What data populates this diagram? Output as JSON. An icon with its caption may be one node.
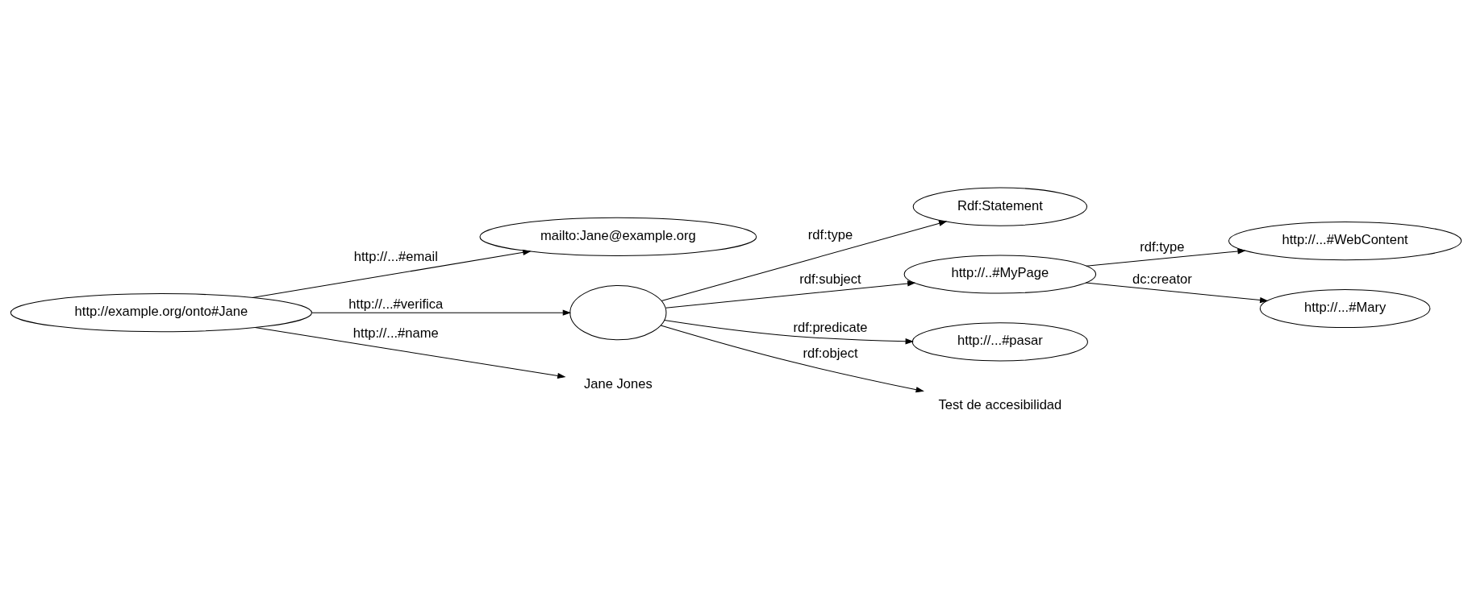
{
  "diagram": {
    "nodes": [
      {
        "text": [
          "mailto:Jane@example.org"
        ]
      },
      {
        "text": [
          "Rdf:Statement"
        ]
      },
      {
        "text": [
          "http://...#WebContent"
        ]
      },
      {
        "text": [
          "http://...#Mary"
        ]
      },
      {
        "text": [
          "http://example.org/onto#Jane"
        ]
      },
      {
        "text": [],
        "shape": "ellipse"
      },
      {
        "text": [
          "http://..#MyPage"
        ]
      },
      {
        "text": [
          "http://...#pasar"
        ]
      },
      {
        "text": [
          "Jane Jones"
        ]
      },
      {
        "text": [
          "Test de accesibilidad"
        ]
      }
    ],
    "edges": [
      {
        "from": 4,
        "to": 0,
        "arrow": "to",
        "label": "http://...#email"
      },
      {
        "from": 4,
        "to": 8,
        "arrow": "to",
        "label": "http://...#name"
      },
      {
        "from": 4,
        "to": 5,
        "arrow": "to",
        "label": "http://...#verifica"
      },
      {
        "from": 5,
        "to": 1,
        "arrow": "to",
        "label": "rdf:type"
      },
      {
        "from": 5,
        "to": 6,
        "arrow": "to",
        "label": "rdf:subject"
      },
      {
        "from": 5,
        "to": 7,
        "arrow": "to",
        "label": "rdf:predicate"
      },
      {
        "from": 5,
        "to": 9,
        "arrow": "to",
        "label": "rdf:object"
      },
      {
        "from": 6,
        "to": 2,
        "arrow": "to",
        "label": "rdf:type"
      },
      {
        "from": 6,
        "to": 3,
        "arrow": "to",
        "label": "dc:creator"
      }
    ]
  }
}
